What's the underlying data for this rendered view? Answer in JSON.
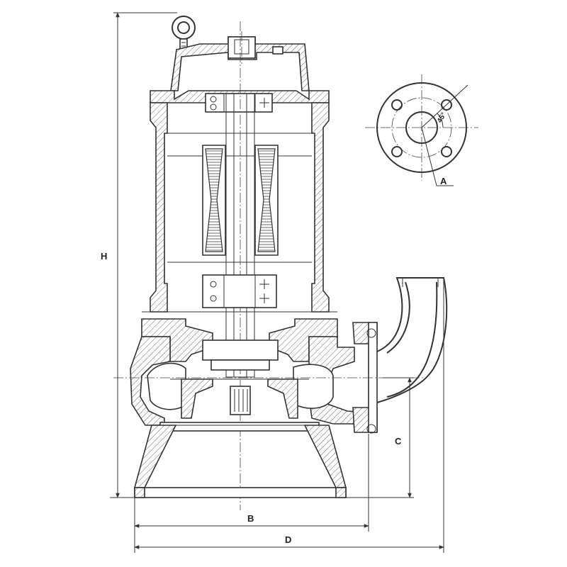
{
  "drawing": {
    "labels": {
      "height": "H",
      "width_b": "B",
      "width_d": "D",
      "height_c": "C",
      "flange_detail": "A",
      "bolt_angle": "45°"
    },
    "colors": {
      "line": "#333333",
      "background": "#ffffff"
    }
  }
}
